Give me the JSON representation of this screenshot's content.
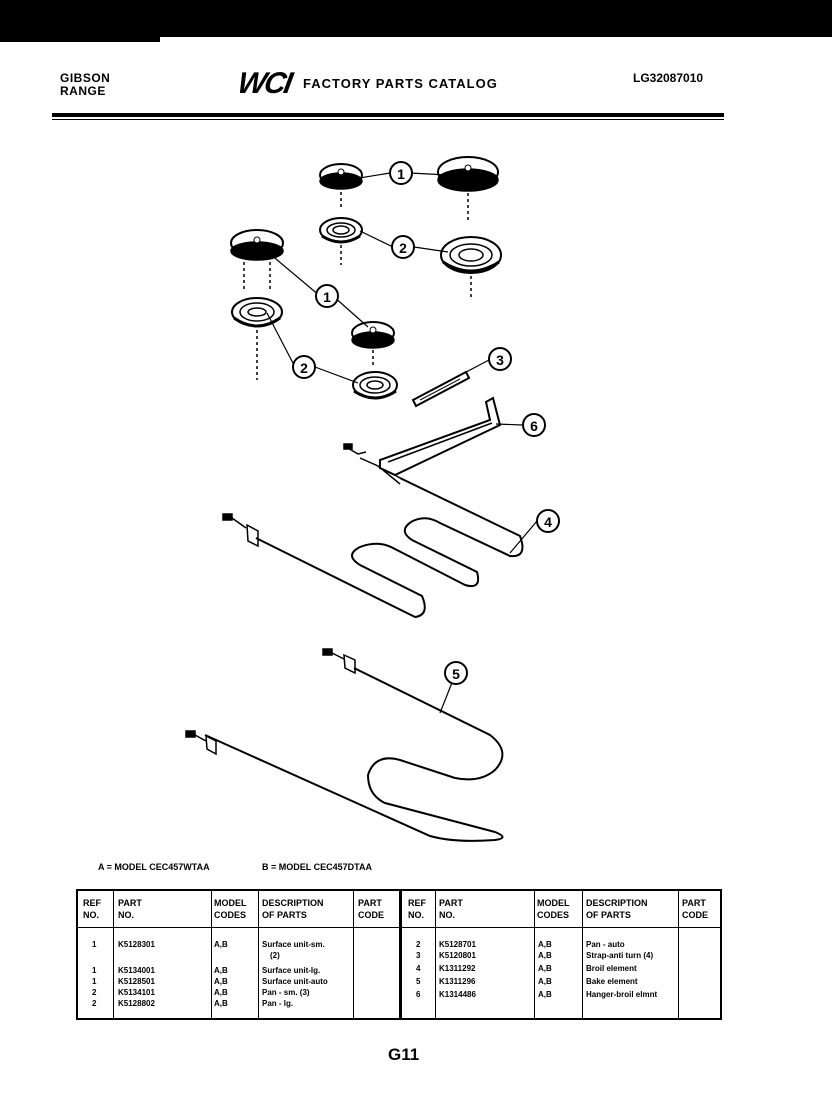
{
  "header": {
    "brand_line1": "GIBSON",
    "brand_line2": "RANGE",
    "logo": "WCI",
    "title": "FACTORY PARTS CATALOG",
    "catalog_code": "LG32087010"
  },
  "diagram": {
    "callouts": [
      "1",
      "2",
      "1",
      "2",
      "3",
      "6",
      "4",
      "5"
    ]
  },
  "models": {
    "a": "A = MODEL CEC457WTAA",
    "b": "B = MODEL CEC457DTAA"
  },
  "table": {
    "headers": {
      "ref": "REF\nNO.",
      "part": "PART\nNO.",
      "model": "MODEL\nCODES",
      "desc": "DESCRIPTION\nOF PARTS",
      "code": "PART\nCODE"
    },
    "left_rows": [
      {
        "ref": "1",
        "part": "K5128301",
        "model": "A,B",
        "desc": "Surface unit-sm."
      },
      {
        "ref": "",
        "part": "",
        "model": "",
        "desc": "(2)"
      },
      {
        "ref": "1",
        "part": "K5134001",
        "model": "A,B",
        "desc": "Surface unit-lg."
      },
      {
        "ref": "1",
        "part": "K5128501",
        "model": "A,B",
        "desc": "Surface unit-auto"
      },
      {
        "ref": "2",
        "part": "K5134101",
        "model": "A,B",
        "desc": "Pan - sm. (3)"
      },
      {
        "ref": "2",
        "part": "K5128802",
        "model": "A,B",
        "desc": "Pan - lg."
      }
    ],
    "right_rows": [
      {
        "ref": "2",
        "part": "K5128701",
        "model": "A,B",
        "desc": "Pan - auto"
      },
      {
        "ref": "3",
        "part": "K5120801",
        "model": "A,B",
        "desc": "Strap-anti turn (4)"
      },
      {
        "ref": "4",
        "part": "K1311292",
        "model": "A,B",
        "desc": "Broil element"
      },
      {
        "ref": "5",
        "part": "K1311296",
        "model": "A,B",
        "desc": "Bake element"
      },
      {
        "ref": "6",
        "part": "K1314486",
        "model": "A,B",
        "desc": "Hanger-broil elmnt"
      }
    ]
  },
  "footer": {
    "page_number": "G11"
  }
}
